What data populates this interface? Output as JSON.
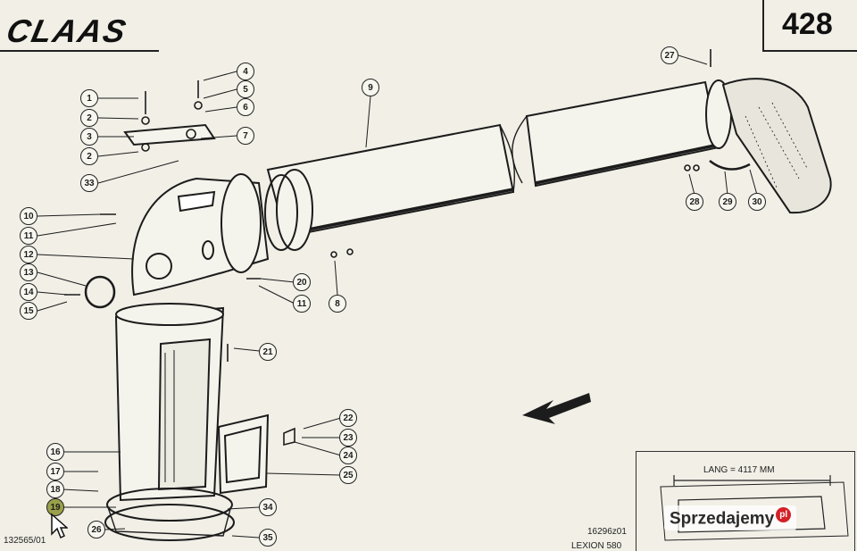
{
  "header": {
    "brand": "CLAAS",
    "page_number": "428"
  },
  "callouts": [
    {
      "label": "1"
    },
    {
      "label": "2"
    },
    {
      "label": "3"
    },
    {
      "label": "2"
    },
    {
      "label": "33"
    },
    {
      "label": "4"
    },
    {
      "label": "5"
    },
    {
      "label": "6"
    },
    {
      "label": "7"
    },
    {
      "label": "9"
    },
    {
      "label": "27"
    },
    {
      "label": "10"
    },
    {
      "label": "11"
    },
    {
      "label": "12"
    },
    {
      "label": "13"
    },
    {
      "label": "14"
    },
    {
      "label": "15"
    },
    {
      "label": "20"
    },
    {
      "label": "11"
    },
    {
      "label": "8"
    },
    {
      "label": "28"
    },
    {
      "label": "29"
    },
    {
      "label": "30"
    },
    {
      "label": "21"
    },
    {
      "label": "22"
    },
    {
      "label": "23"
    },
    {
      "label": "24"
    },
    {
      "label": "25"
    },
    {
      "label": "16"
    },
    {
      "label": "17"
    },
    {
      "label": "18"
    },
    {
      "label": "19"
    },
    {
      "label": "26"
    },
    {
      "label": "34"
    },
    {
      "label": "35"
    }
  ],
  "footer": {
    "left_code": "132565/01",
    "right_code": "16296z01",
    "model": "LEXION 580",
    "length_label": "LANG = 4117 MM"
  },
  "watermark": {
    "text": "Sprzedajemy",
    "badge": "pl"
  },
  "colors": {
    "paper": "#f1efe6",
    "ink": "#1c1c1c",
    "highlight": "#9aa04a"
  }
}
